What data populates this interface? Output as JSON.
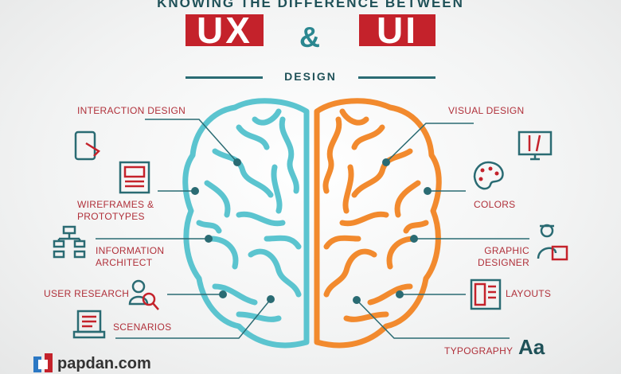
{
  "header": {
    "title": "KNOWING THE DIFFERENCE BETWEEN",
    "left_box": "UX",
    "ampersand": "&",
    "right_box": "UI",
    "subtitle": "DESIGN"
  },
  "ux_items": [
    {
      "label": "INTERACTION DESIGN",
      "icon": "tablet-touch-icon"
    },
    {
      "label": "WIREFRAMES &",
      "label2": "PROTOTYPES",
      "icon": "wireframe-icon"
    },
    {
      "label": "INFORMATION",
      "label2": "ARCHITECT",
      "icon": "sitemap-icon"
    },
    {
      "label": "USER RESEARCH",
      "icon": "user-search-icon"
    },
    {
      "label": "SCENARIOS",
      "icon": "scroll-icon"
    }
  ],
  "ui_items": [
    {
      "label": "VISUAL DESIGN",
      "icon": "monitor-tools-icon"
    },
    {
      "label": "COLORS",
      "icon": "palette-icon"
    },
    {
      "label": "GRAPHIC",
      "label2": "DESIGNER",
      "icon": "designer-icon"
    },
    {
      "label": "LAYOUTS",
      "icon": "layout-icon"
    },
    {
      "label": "TYPOGRAPHY",
      "icon": "Aa"
    }
  ],
  "logo": "papdan.com",
  "colors": {
    "red": "#c4222b",
    "teal": "#2a6b73",
    "cyan": "#5bc4cf",
    "orange": "#f28a2e",
    "label": "#b0303a"
  }
}
